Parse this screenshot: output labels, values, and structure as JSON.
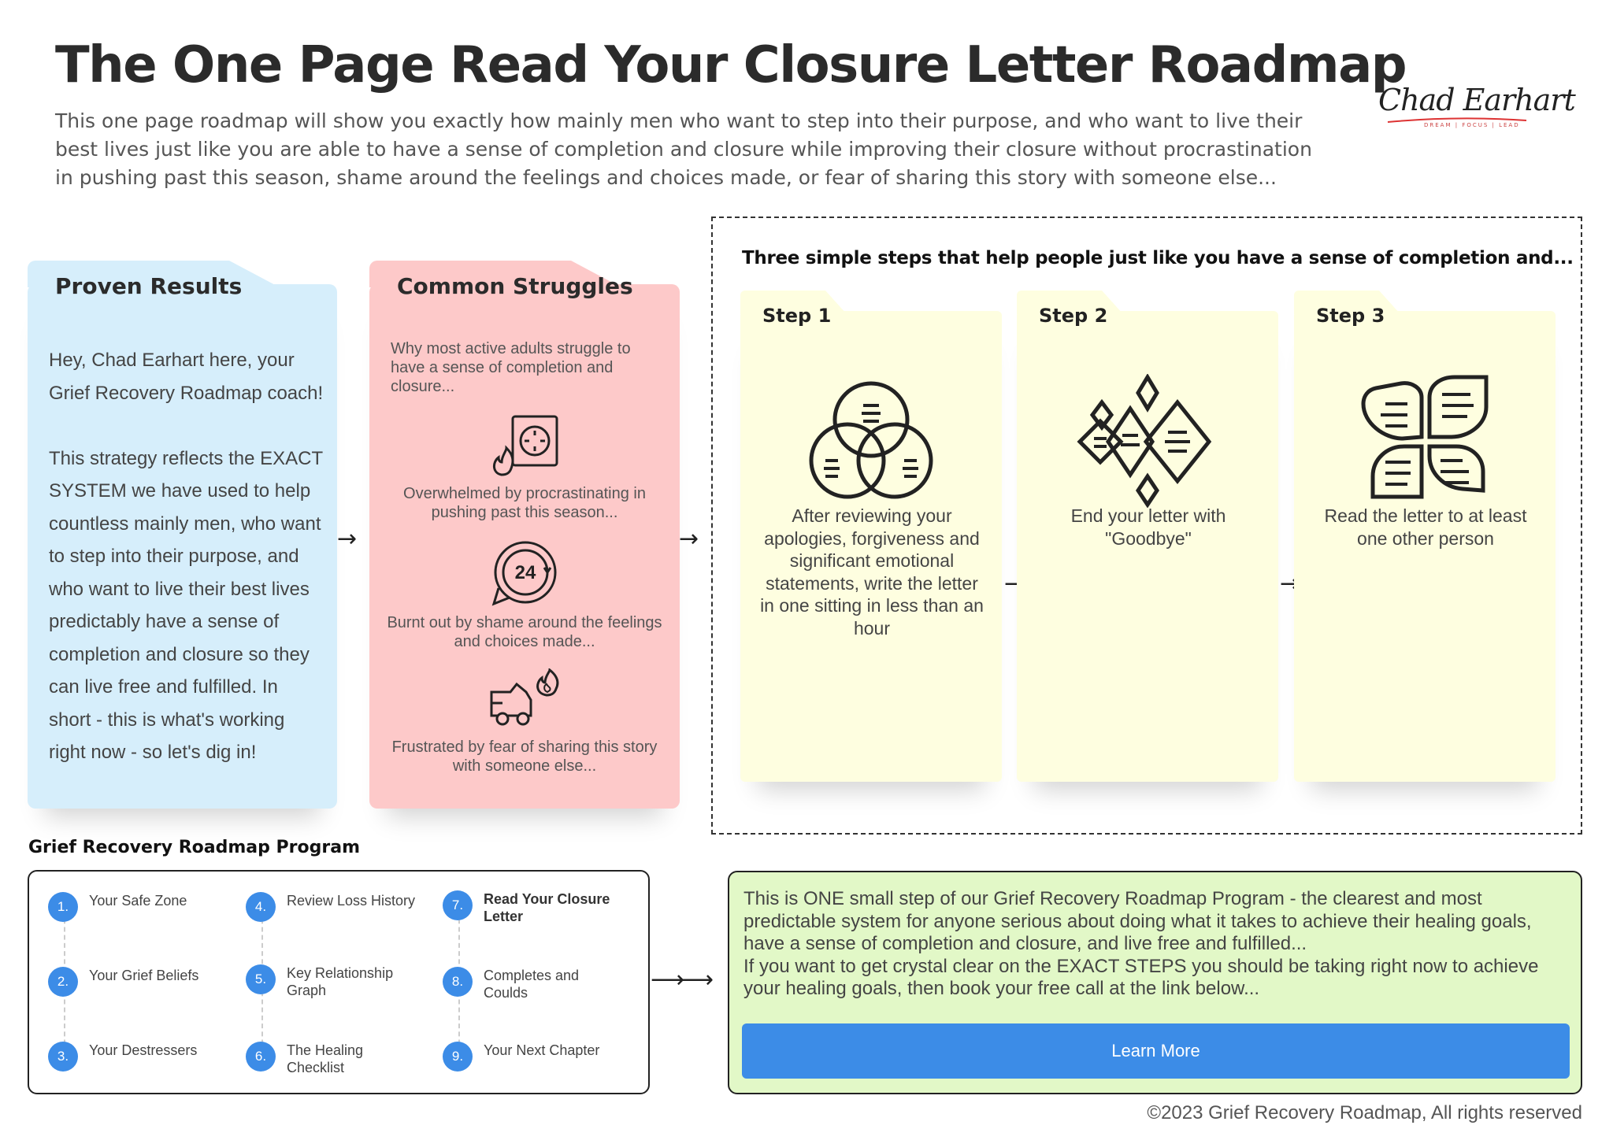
{
  "header": {
    "title": "The One Page Read Your Closure Letter Roadmap",
    "subtitle": "This one page roadmap will show you exactly how mainly men who want to step into their purpose, and who want to live their best lives just like you are able to have a sense of completion and closure while improving their closure without procrastination in pushing past this season, shame around the feelings and choices made, or fear of sharing this story with someone else...",
    "logo_text": "Chad Earhart",
    "logo_tagline": "DREAM | FOCUS | LEAD"
  },
  "proven_results": {
    "title": "Proven Results",
    "paragraph_1": "Hey, Chad Earhart here, your Grief Recovery Roadmap coach!",
    "paragraph_2": "This strategy reflects the EXACT SYSTEM we have used to help countless mainly men, who want to step into their purpose, and who want to live their best lives predictably have a sense of completion and closure so they can live free and fulfilled. In short - this is what's working right now - so let's dig in!"
  },
  "common_struggles": {
    "title": "Common Struggles",
    "intro": "Why most active adults struggle to have a sense of completion and closure...",
    "items": [
      {
        "text": "Overwhelmed by procrastinating in pushing past this season...",
        "icon": "stove-fire-icon"
      },
      {
        "text": "Burnt out by shame around the feelings and choices made...",
        "icon": "24-hours-icon"
      },
      {
        "text": "Frustrated by fear of sharing this story with someone else...",
        "icon": "car-fire-icon"
      }
    ]
  },
  "steps": {
    "heading": "Three simple steps that help people just like you have a sense of completion and...",
    "items": [
      {
        "label": "Step 1",
        "text": "After reviewing your apologies, forgiveness and significant emotional statements, write the letter in one sitting in less than an hour",
        "icon": "venn-diagram-icon"
      },
      {
        "label": "Step 2",
        "text": "End your letter with \"Goodbye\"",
        "icon": "diamonds-icon"
      },
      {
        "label": "Step 3",
        "text": "Read the letter to at least one other person",
        "icon": "leaves-icon"
      }
    ]
  },
  "program": {
    "heading": "Grief Recovery Roadmap Program",
    "items": [
      {
        "num": "1.",
        "label": "Your Safe Zone"
      },
      {
        "num": "2.",
        "label": "Your Grief Beliefs"
      },
      {
        "num": "3.",
        "label": "Your Destressers"
      },
      {
        "num": "4.",
        "label": "Review Loss History"
      },
      {
        "num": "5.",
        "label": "Key Relationship Graph"
      },
      {
        "num": "6.",
        "label": "The Healing Checklist"
      },
      {
        "num": "7.",
        "label": "Read Your Closure Letter"
      },
      {
        "num": "8.",
        "label": "Completes and Coulds"
      },
      {
        "num": "9.",
        "label": "Your Next Chapter"
      }
    ]
  },
  "cta": {
    "paragraph_1": "This is ONE small step of our Grief Recovery Roadmap Program - the clearest and most predictable system for anyone serious about doing what it takes to achieve their healing goals, have a sense of completion and closure, and live free and fulfilled...",
    "paragraph_2": "If you want to get crystal clear on the EXACT STEPS you should be taking right now to achieve your healing goals, then book your free call at the link below...",
    "button_label": "Learn More"
  },
  "footer": {
    "text": "©2023 Grief Recovery Roadmap, All rights reserved"
  },
  "colors": {
    "blue_card": "#d6eefb",
    "red_card": "#fdc9c9",
    "step_card": "#fefee0",
    "cta_box": "#e2f8c7",
    "accent": "#3c8ce7"
  }
}
